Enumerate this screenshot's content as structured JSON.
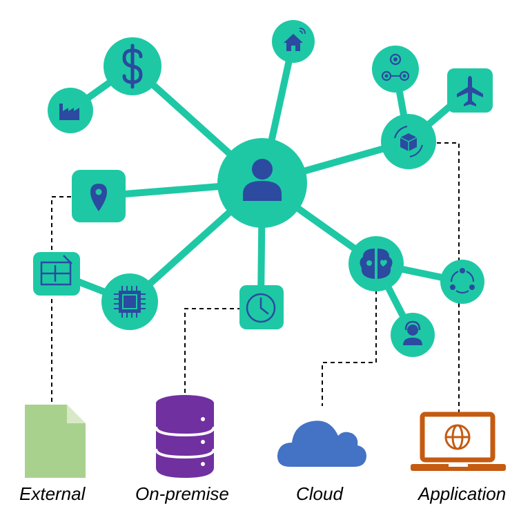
{
  "colors": {
    "hub": "#1ec8a5",
    "icon": "#2b4aa0",
    "external_doc": "#a9d18e",
    "database": "#7030a0",
    "cloud": "#4472c4",
    "laptop": "#c55a11",
    "connector": "#000000"
  },
  "icons": {
    "center": "person-icon",
    "satellites": [
      "dollar-icon",
      "factory-icon",
      "home-icon",
      "location-pin-icon",
      "blueprint-icon",
      "chip-icon",
      "clock-icon",
      "brain-icon",
      "cycle-icon",
      "support-agent-icon",
      "package-icon",
      "team-icon",
      "airplane-icon"
    ]
  },
  "sources": {
    "external": "External",
    "on_premise": "On-premise",
    "cloud": "Cloud",
    "application": "Application"
  }
}
